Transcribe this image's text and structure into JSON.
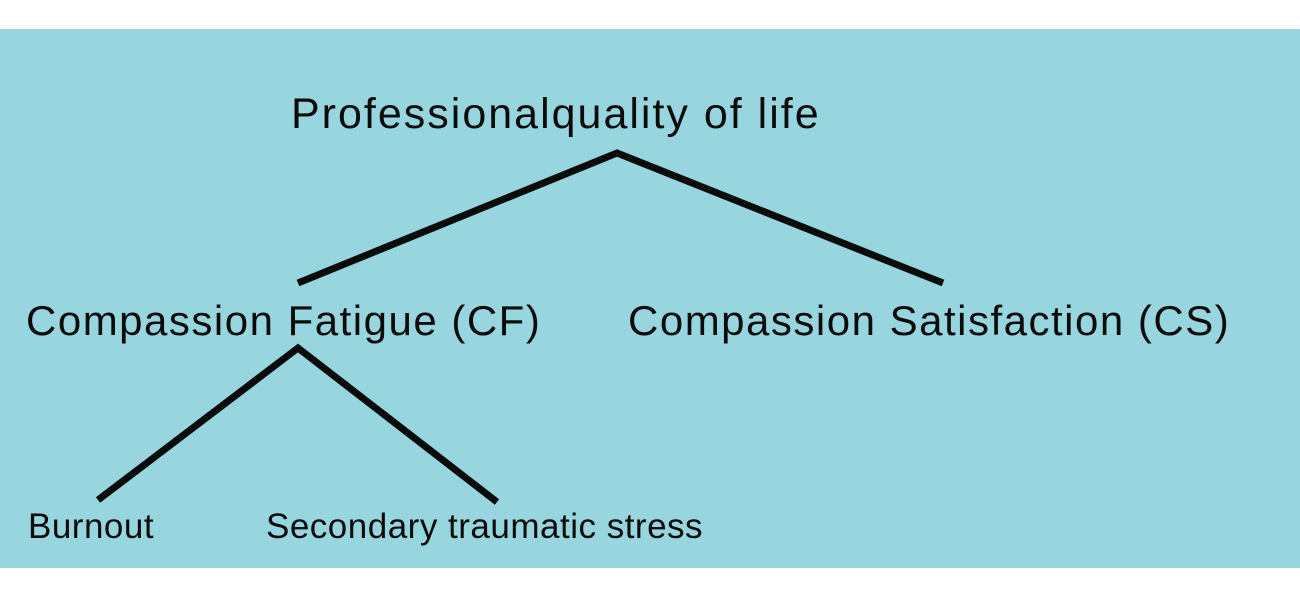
{
  "colors": {
    "background": "#97d6df",
    "band": "#ffffff",
    "line": "#0b0b0b",
    "text": "#0b0b0b"
  },
  "tree": {
    "root": {
      "label": "Professionalquality of life"
    },
    "children": [
      {
        "label": "Compassion Fatigue (CF)",
        "children": [
          {
            "label": "Burnout"
          },
          {
            "label": "Secondary traumatic stress"
          }
        ]
      },
      {
        "label": "Compassion Satisfaction (CS)",
        "children": []
      }
    ]
  }
}
